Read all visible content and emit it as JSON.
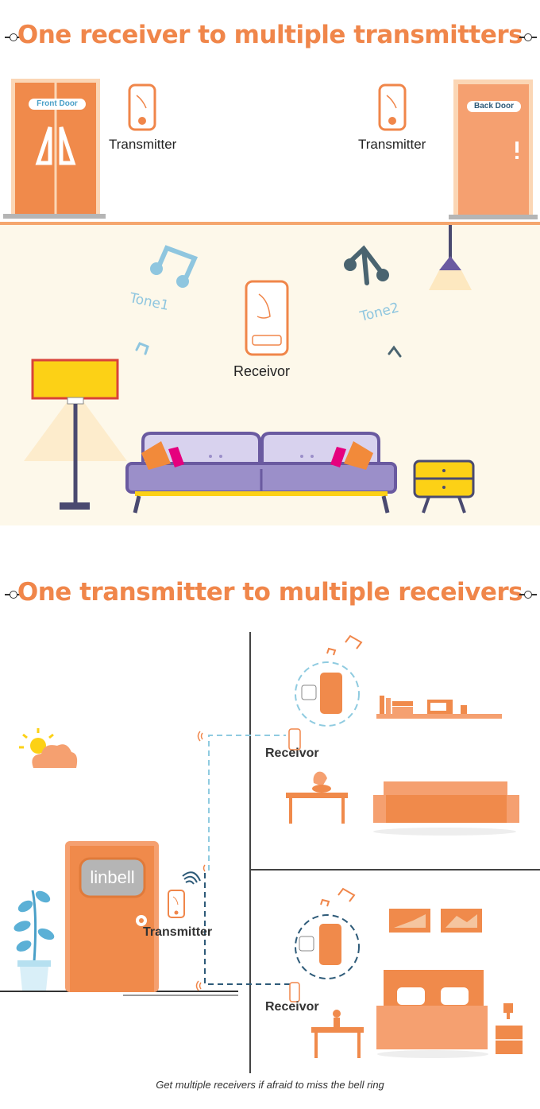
{
  "section1": {
    "title": "One receiver to multiple transmitters",
    "front_door_label": "Front Door",
    "back_door_label": "Back Door",
    "transmitter_left_label": "Transmitter",
    "transmitter_right_label": "Transmitter",
    "tone1_label": "Tone1",
    "tone2_label": "Tone2",
    "receiver_label": "Receivor"
  },
  "section2": {
    "title": "One transmitter to multiple receivers",
    "door_brand": "linbell",
    "transmitter_label": "Transmitter",
    "receiver_top_label": "Receivor",
    "receiver_bottom_label": "Receivor",
    "caption": "Get multiple receivers if afraid to miss the bell ring"
  },
  "colors": {
    "accent": "#f0864a",
    "door_orange": "#f08a4b",
    "wall": "#fdf8ea",
    "sofa": "#9b8fc9",
    "lamp_yellow": "#fcd116",
    "wire_blue": "#8fcbe0",
    "wire_navy": "#2d5a78"
  }
}
